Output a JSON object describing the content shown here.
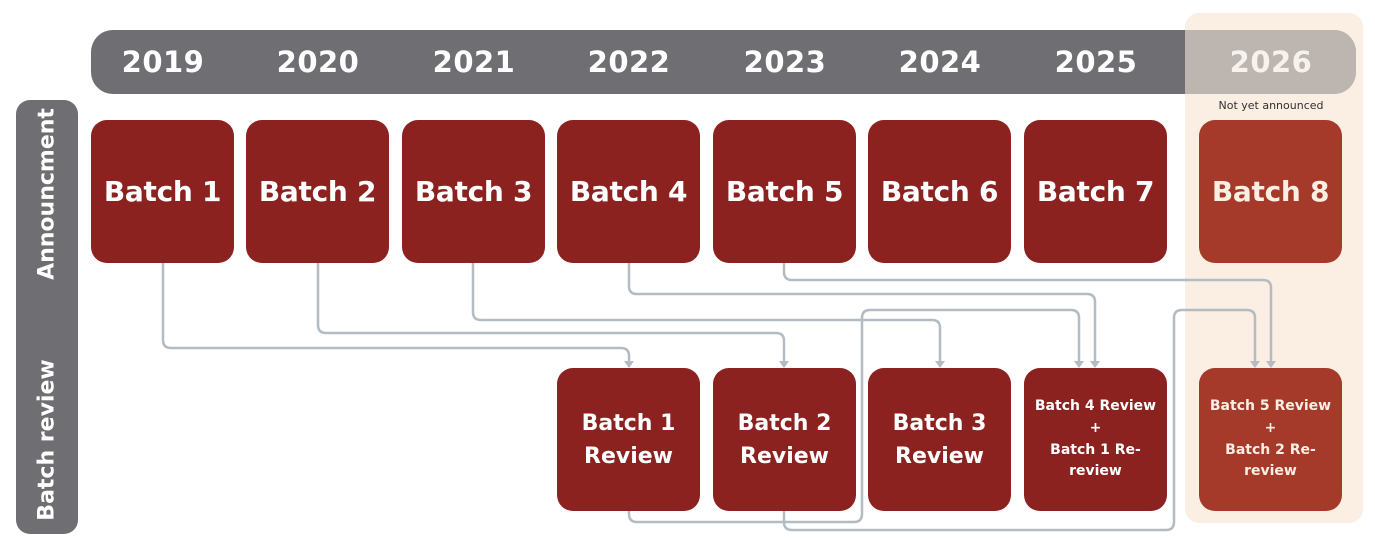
{
  "years": [
    "2019",
    "2020",
    "2021",
    "2022",
    "2023",
    "2024",
    "2025",
    "2026"
  ],
  "row_labels": {
    "announcement": "Announcment",
    "review": "Batch review"
  },
  "future_note": "Not yet announced",
  "announcements": [
    "Batch 1",
    "Batch 2",
    "Batch 3",
    "Batch 4",
    "Batch 5",
    "Batch 6",
    "Batch 7",
    "Batch 8"
  ],
  "reviews": [
    {
      "year": "2022",
      "text": "Batch 1 Review"
    },
    {
      "year": "2023",
      "text": "Batch 2 Review"
    },
    {
      "year": "2024",
      "text": "Batch 3 Review"
    },
    {
      "year": "2025",
      "lines": [
        "Batch 4 Review",
        "+",
        "Batch 1 Re-review"
      ]
    },
    {
      "year": "2026",
      "lines": [
        "Batch 5 Review",
        "+",
        "Batch 2 Re-review"
      ]
    }
  ],
  "colors": {
    "header_gray": "#6f6f73",
    "box_red": "#8b2220",
    "future_box": "#a53a2a",
    "future_highlight": "#fbeee2",
    "connector": "#b3bcc3"
  }
}
